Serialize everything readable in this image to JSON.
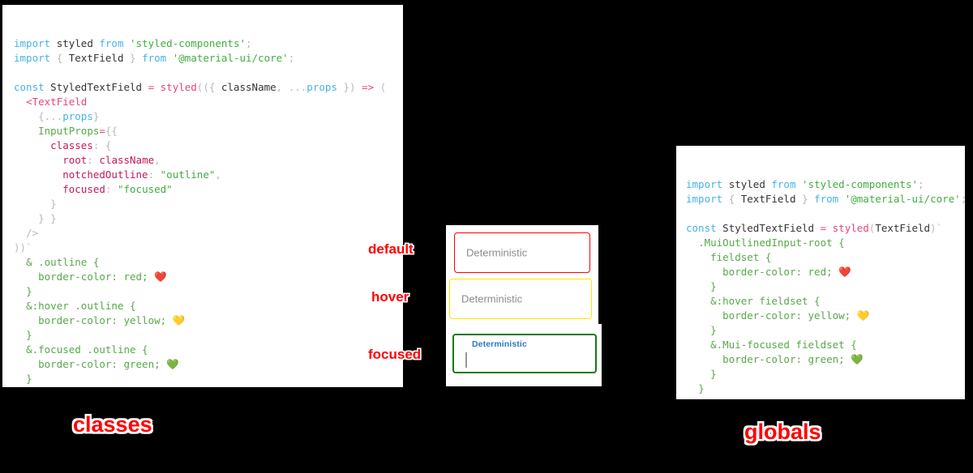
{
  "background_color": "#000000",
  "panels": {
    "classes": {
      "caption": "classes",
      "caption_color": "#ff0000",
      "background": "#ffffff",
      "code_lines": [
        [
          {
            "t": "import",
            "c": "kw"
          },
          {
            "t": " ",
            "c": "plain"
          },
          {
            "t": "styled",
            "c": "plain"
          },
          {
            "t": " ",
            "c": "plain"
          },
          {
            "t": "from",
            "c": "kw"
          },
          {
            "t": " ",
            "c": "plain"
          },
          {
            "t": "'styled-components'",
            "c": "str"
          },
          {
            "t": ";",
            "c": "punct"
          }
        ],
        [
          {
            "t": "import",
            "c": "kw"
          },
          {
            "t": " ",
            "c": "plain"
          },
          {
            "t": "{",
            "c": "punct"
          },
          {
            "t": " TextField ",
            "c": "plain"
          },
          {
            "t": "}",
            "c": "punct"
          },
          {
            "t": " ",
            "c": "plain"
          },
          {
            "t": "from",
            "c": "kw"
          },
          {
            "t": " ",
            "c": "plain"
          },
          {
            "t": "'@material-ui/core'",
            "c": "str"
          },
          {
            "t": ";",
            "c": "punct"
          }
        ],
        [],
        [
          {
            "t": "const",
            "c": "kw"
          },
          {
            "t": " StyledTextField ",
            "c": "plain"
          },
          {
            "t": "=",
            "c": "op"
          },
          {
            "t": " ",
            "c": "plain"
          },
          {
            "t": "styled",
            "c": "fn"
          },
          {
            "t": "((",
            "c": "punct"
          },
          {
            "t": "{ ",
            "c": "punct"
          },
          {
            "t": "className",
            "c": "plain"
          },
          {
            "t": ", ",
            "c": "punct"
          },
          {
            "t": "...",
            "c": "punct"
          },
          {
            "t": "props",
            "c": "var"
          },
          {
            "t": " ",
            "c": "plain"
          },
          {
            "t": "})",
            "c": "punct"
          },
          {
            "t": " ",
            "c": "plain"
          },
          {
            "t": "=>",
            "c": "op"
          },
          {
            "t": " ",
            "c": "plain"
          },
          {
            "t": "(",
            "c": "punct"
          }
        ],
        [
          {
            "t": "  ",
            "c": "plain"
          },
          {
            "t": "<TextField",
            "c": "comp"
          }
        ],
        [
          {
            "t": "    ",
            "c": "plain"
          },
          {
            "t": "{",
            "c": "punct"
          },
          {
            "t": "...",
            "c": "punct"
          },
          {
            "t": "props",
            "c": "var"
          },
          {
            "t": "}",
            "c": "punct"
          }
        ],
        [
          {
            "t": "    ",
            "c": "plain"
          },
          {
            "t": "InputProps",
            "c": "sel"
          },
          {
            "t": "=",
            "c": "op"
          },
          {
            "t": "{{",
            "c": "punct"
          }
        ],
        [
          {
            "t": "      ",
            "c": "plain"
          },
          {
            "t": "classes",
            "c": "prop"
          },
          {
            "t": ": ",
            "c": "punct"
          },
          {
            "t": "{",
            "c": "punct"
          }
        ],
        [
          {
            "t": "        ",
            "c": "plain"
          },
          {
            "t": "root",
            "c": "prop"
          },
          {
            "t": ": ",
            "c": "punct"
          },
          {
            "t": "className",
            "c": "prop"
          },
          {
            "t": ",",
            "c": "punct"
          }
        ],
        [
          {
            "t": "        ",
            "c": "plain"
          },
          {
            "t": "notchedOutline",
            "c": "prop"
          },
          {
            "t": ": ",
            "c": "punct"
          },
          {
            "t": "\"outline\"",
            "c": "str"
          },
          {
            "t": ",",
            "c": "punct"
          }
        ],
        [
          {
            "t": "        ",
            "c": "plain"
          },
          {
            "t": "focused",
            "c": "prop"
          },
          {
            "t": ": ",
            "c": "punct"
          },
          {
            "t": "\"focused\"",
            "c": "str"
          }
        ],
        [
          {
            "t": "      ",
            "c": "plain"
          },
          {
            "t": "}",
            "c": "punct"
          }
        ],
        [
          {
            "t": "    ",
            "c": "plain"
          },
          {
            "t": "} }",
            "c": "punct"
          }
        ],
        [
          {
            "t": "  ",
            "c": "plain"
          },
          {
            "t": "/>",
            "c": "punct"
          }
        ],
        [
          {
            "t": "))",
            "c": "punct"
          },
          {
            "t": "`",
            "c": "tick"
          }
        ],
        [
          {
            "t": "  ",
            "c": "plain"
          },
          {
            "t": "& .outline {",
            "c": "sel"
          }
        ],
        [
          {
            "t": "    ",
            "c": "plain"
          },
          {
            "t": "border-color: red; ",
            "c": "sel"
          },
          {
            "t": "❤️",
            "c": "emoji"
          }
        ],
        [
          {
            "t": "  ",
            "c": "plain"
          },
          {
            "t": "}",
            "c": "sel"
          }
        ],
        [
          {
            "t": "  ",
            "c": "plain"
          },
          {
            "t": "&:hover .outline {",
            "c": "sel"
          }
        ],
        [
          {
            "t": "    ",
            "c": "plain"
          },
          {
            "t": "border-color: yellow; ",
            "c": "sel"
          },
          {
            "t": "💛",
            "c": "emoji"
          }
        ],
        [
          {
            "t": "  ",
            "c": "plain"
          },
          {
            "t": "}",
            "c": "sel"
          }
        ],
        [
          {
            "t": "  ",
            "c": "plain"
          },
          {
            "t": "&.focused .outline {",
            "c": "sel"
          }
        ],
        [
          {
            "t": "    ",
            "c": "plain"
          },
          {
            "t": "border-color: green; ",
            "c": "sel"
          },
          {
            "t": "💚",
            "c": "emoji"
          }
        ],
        [
          {
            "t": "  ",
            "c": "plain"
          },
          {
            "t": "}",
            "c": "sel"
          }
        ],
        [
          {
            "t": "`",
            "c": "tick"
          }
        ],
        [
          {
            "t": " ;",
            "c": "punct"
          }
        ]
      ]
    },
    "globals": {
      "caption": "globals",
      "caption_color": "#ff0000",
      "background": "#ffffff",
      "code_lines": [
        [
          {
            "t": "import",
            "c": "kw"
          },
          {
            "t": " ",
            "c": "plain"
          },
          {
            "t": "styled",
            "c": "plain"
          },
          {
            "t": " ",
            "c": "plain"
          },
          {
            "t": "from",
            "c": "kw"
          },
          {
            "t": " ",
            "c": "plain"
          },
          {
            "t": "'styled-components'",
            "c": "str"
          },
          {
            "t": ";",
            "c": "punct"
          }
        ],
        [
          {
            "t": "import",
            "c": "kw"
          },
          {
            "t": " ",
            "c": "plain"
          },
          {
            "t": "{",
            "c": "punct"
          },
          {
            "t": " TextField ",
            "c": "plain"
          },
          {
            "t": "}",
            "c": "punct"
          },
          {
            "t": " ",
            "c": "plain"
          },
          {
            "t": "from",
            "c": "kw"
          },
          {
            "t": " ",
            "c": "plain"
          },
          {
            "t": "'@material-ui/core'",
            "c": "str"
          },
          {
            "t": ";",
            "c": "punct"
          }
        ],
        [],
        [
          {
            "t": "const",
            "c": "kw"
          },
          {
            "t": " StyledTextField ",
            "c": "plain"
          },
          {
            "t": "=",
            "c": "op"
          },
          {
            "t": " ",
            "c": "plain"
          },
          {
            "t": "styled",
            "c": "fn"
          },
          {
            "t": "(",
            "c": "punct"
          },
          {
            "t": "TextField",
            "c": "plain"
          },
          {
            "t": ")",
            "c": "punct"
          },
          {
            "t": "`",
            "c": "tick"
          }
        ],
        [
          {
            "t": "  ",
            "c": "plain"
          },
          {
            "t": ".MuiOutlinedInput-root {",
            "c": "sel"
          }
        ],
        [
          {
            "t": "    ",
            "c": "plain"
          },
          {
            "t": "fieldset {",
            "c": "sel"
          }
        ],
        [
          {
            "t": "      ",
            "c": "plain"
          },
          {
            "t": "border-color: red; ",
            "c": "sel"
          },
          {
            "t": "❤️",
            "c": "emoji"
          }
        ],
        [
          {
            "t": "    ",
            "c": "plain"
          },
          {
            "t": "}",
            "c": "sel"
          }
        ],
        [
          {
            "t": "    ",
            "c": "plain"
          },
          {
            "t": "&:hover fieldset {",
            "c": "sel"
          }
        ],
        [
          {
            "t": "      ",
            "c": "plain"
          },
          {
            "t": "border-color: yellow; ",
            "c": "sel"
          },
          {
            "t": "💛",
            "c": "emoji"
          }
        ],
        [
          {
            "t": "    ",
            "c": "plain"
          },
          {
            "t": "}",
            "c": "sel"
          }
        ],
        [
          {
            "t": "    ",
            "c": "plain"
          },
          {
            "t": "&.Mui-focused fieldset {",
            "c": "sel"
          }
        ],
        [
          {
            "t": "      ",
            "c": "plain"
          },
          {
            "t": "border-color: green; ",
            "c": "sel"
          },
          {
            "t": "💚",
            "c": "emoji"
          }
        ],
        [
          {
            "t": "    ",
            "c": "plain"
          },
          {
            "t": "}",
            "c": "sel"
          }
        ],
        [
          {
            "t": "  ",
            "c": "plain"
          },
          {
            "t": "}",
            "c": "sel"
          }
        ],
        [
          {
            "t": "`",
            "c": "tick"
          }
        ],
        [
          {
            "t": " ;",
            "c": "punct"
          }
        ]
      ]
    }
  },
  "demo": {
    "state_labels": {
      "default": "default",
      "hover": "hover",
      "focused": "focused"
    },
    "fields": {
      "default": {
        "placeholder": "Deterministic",
        "value": "",
        "border_color": "#ff0000",
        "state": "default"
      },
      "hover": {
        "placeholder": "Deterministic",
        "value": "",
        "border_color": "#ffe600",
        "state": "hover"
      },
      "focused": {
        "label": "Deterministic",
        "value": "",
        "border_color": "#137a13",
        "label_color": "#2979cc",
        "state": "focused"
      }
    }
  }
}
